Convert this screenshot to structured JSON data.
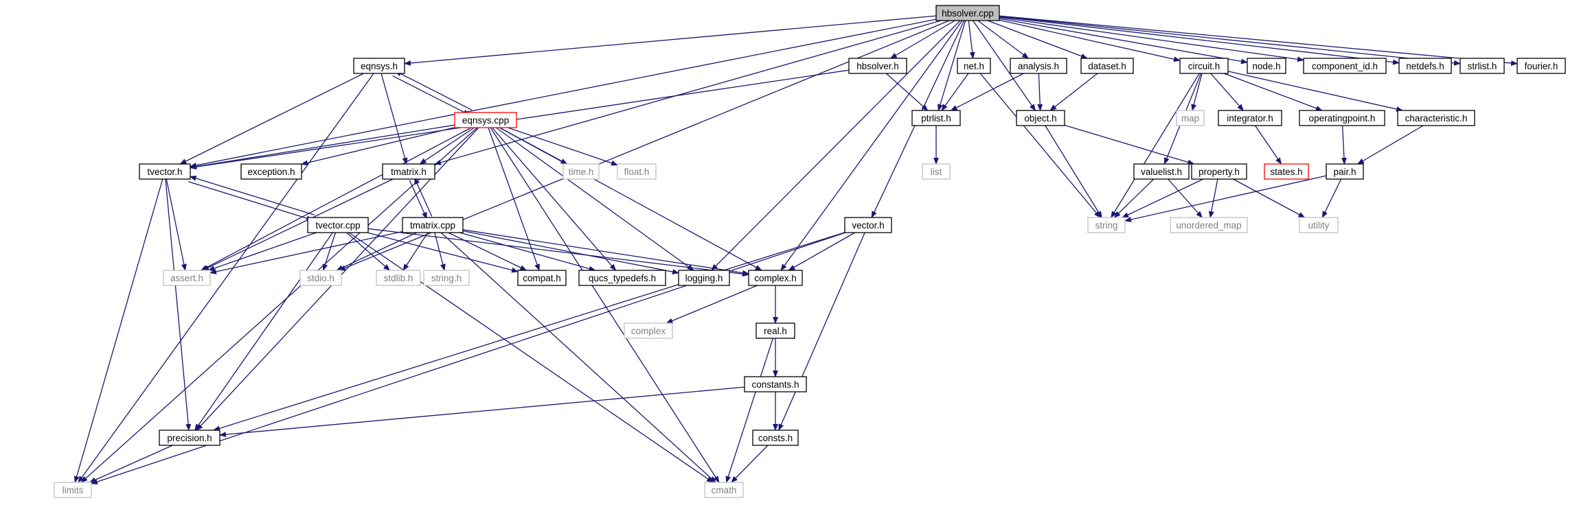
{
  "colors": {
    "edge": "#191970",
    "normal_border": "#000000",
    "normal_fill": "#ffffff",
    "root_fill": "#bfbfbf",
    "external_border": "#bfbfbf",
    "external_text": "#808080",
    "truncated_border": "#ff0000",
    "text": "#000000"
  },
  "nodes": [
    {
      "id": "hbsolver_cpp",
      "label": "hbsolver.cpp",
      "kind": "root"
    },
    {
      "id": "eqnsys_h",
      "label": "eqnsys.h",
      "kind": "normal"
    },
    {
      "id": "hbsolver_h",
      "label": "hbsolver.h",
      "kind": "normal"
    },
    {
      "id": "net_h",
      "label": "net.h",
      "kind": "normal"
    },
    {
      "id": "analysis_h",
      "label": "analysis.h",
      "kind": "normal"
    },
    {
      "id": "dataset_h",
      "label": "dataset.h",
      "kind": "normal"
    },
    {
      "id": "circuit_h",
      "label": "circuit.h",
      "kind": "normal"
    },
    {
      "id": "node_h",
      "label": "node.h",
      "kind": "normal"
    },
    {
      "id": "component_id_h",
      "label": "component_id.h",
      "kind": "normal"
    },
    {
      "id": "netdefs_h",
      "label": "netdefs.h",
      "kind": "normal"
    },
    {
      "id": "strlist_h",
      "label": "strlist.h",
      "kind": "normal"
    },
    {
      "id": "fourier_h",
      "label": "fourier.h",
      "kind": "normal"
    },
    {
      "id": "eqnsys_cpp",
      "label": "eqnsys.cpp",
      "kind": "truncated"
    },
    {
      "id": "ptrlist_h",
      "label": "ptrlist.h",
      "kind": "normal"
    },
    {
      "id": "object_h",
      "label": "object.h",
      "kind": "normal"
    },
    {
      "id": "map",
      "label": "map",
      "kind": "external"
    },
    {
      "id": "integrator_h",
      "label": "integrator.h",
      "kind": "normal"
    },
    {
      "id": "operatingpoint_h",
      "label": "operatingpoint.h",
      "kind": "normal"
    },
    {
      "id": "characteristic_h",
      "label": "characteristic.h",
      "kind": "normal"
    },
    {
      "id": "tvector_h",
      "label": "tvector.h",
      "kind": "normal"
    },
    {
      "id": "exception_h",
      "label": "exception.h",
      "kind": "normal"
    },
    {
      "id": "tmatrix_h",
      "label": "tmatrix.h",
      "kind": "normal"
    },
    {
      "id": "time_h",
      "label": "time.h",
      "kind": "external"
    },
    {
      "id": "float_h",
      "label": "float.h",
      "kind": "external"
    },
    {
      "id": "list",
      "label": "list",
      "kind": "external"
    },
    {
      "id": "property_h",
      "label": "property.h",
      "kind": "normal"
    },
    {
      "id": "states_h",
      "label": "states.h",
      "kind": "truncated"
    },
    {
      "id": "pair_h",
      "label": "pair.h",
      "kind": "normal"
    },
    {
      "id": "valuelist_h",
      "label": "valuelist.h",
      "kind": "normal"
    },
    {
      "id": "tvector_cpp",
      "label": "tvector.cpp",
      "kind": "normal"
    },
    {
      "id": "tmatrix_cpp",
      "label": "tmatrix.cpp",
      "kind": "normal"
    },
    {
      "id": "vector_h",
      "label": "vector.h",
      "kind": "normal"
    },
    {
      "id": "string",
      "label": "string",
      "kind": "external"
    },
    {
      "id": "unordered_map",
      "label": "unordered_map",
      "kind": "external"
    },
    {
      "id": "utility",
      "label": "utility",
      "kind": "external"
    },
    {
      "id": "assert_h",
      "label": "assert.h",
      "kind": "external"
    },
    {
      "id": "stdio_h",
      "label": "stdio.h",
      "kind": "external"
    },
    {
      "id": "stdlib_h",
      "label": "stdlib.h",
      "kind": "external"
    },
    {
      "id": "string_h",
      "label": "string.h",
      "kind": "external"
    },
    {
      "id": "compat_h",
      "label": "compat.h",
      "kind": "normal"
    },
    {
      "id": "qucs_typedefs_h",
      "label": "qucs_typedefs.h",
      "kind": "normal"
    },
    {
      "id": "logging_h",
      "label": "logging.h",
      "kind": "normal"
    },
    {
      "id": "complex_h",
      "label": "complex.h",
      "kind": "normal"
    },
    {
      "id": "complex",
      "label": "complex",
      "kind": "external"
    },
    {
      "id": "real_h",
      "label": "real.h",
      "kind": "normal"
    },
    {
      "id": "constants_h",
      "label": "constants.h",
      "kind": "normal"
    },
    {
      "id": "precision_h",
      "label": "precision.h",
      "kind": "normal"
    },
    {
      "id": "consts_h",
      "label": "consts.h",
      "kind": "normal"
    },
    {
      "id": "limits",
      "label": "limits",
      "kind": "external"
    },
    {
      "id": "cmath",
      "label": "cmath",
      "kind": "external"
    }
  ],
  "edges": [
    [
      "hbsolver_cpp",
      "eqnsys_h"
    ],
    [
      "hbsolver_cpp",
      "hbsolver_h"
    ],
    [
      "hbsolver_cpp",
      "net_h"
    ],
    [
      "hbsolver_cpp",
      "analysis_h"
    ],
    [
      "hbsolver_cpp",
      "dataset_h"
    ],
    [
      "hbsolver_cpp",
      "circuit_h"
    ],
    [
      "hbsolver_cpp",
      "node_h"
    ],
    [
      "hbsolver_cpp",
      "component_id_h"
    ],
    [
      "hbsolver_cpp",
      "netdefs_h"
    ],
    [
      "hbsolver_cpp",
      "strlist_h"
    ],
    [
      "hbsolver_cpp",
      "fourier_h"
    ],
    [
      "hbsolver_cpp",
      "tvector_h"
    ],
    [
      "hbsolver_cpp",
      "tmatrix_h"
    ],
    [
      "hbsolver_cpp",
      "stdio_h"
    ],
    [
      "hbsolver_cpp",
      "logging_h"
    ],
    [
      "hbsolver_cpp",
      "complex_h"
    ],
    [
      "hbsolver_cpp",
      "vector_h"
    ],
    [
      "hbsolver_cpp",
      "ptrlist_h"
    ],
    [
      "hbsolver_cpp",
      "object_h"
    ],
    [
      "eqnsys_h",
      "eqnsys_cpp"
    ],
    [
      "eqnsys_cpp",
      "eqnsys_h"
    ],
    [
      "eqnsys_h",
      "tvector_h"
    ],
    [
      "eqnsys_h",
      "tmatrix_h"
    ],
    [
      "eqnsys_h",
      "limits"
    ],
    [
      "hbsolver_h",
      "ptrlist_h"
    ],
    [
      "hbsolver_h",
      "tvector_h"
    ],
    [
      "net_h",
      "ptrlist_h"
    ],
    [
      "net_h",
      "string"
    ],
    [
      "analysis_h",
      "ptrlist_h"
    ],
    [
      "analysis_h",
      "object_h"
    ],
    [
      "dataset_h",
      "object_h"
    ],
    [
      "ptrlist_h",
      "list"
    ],
    [
      "object_h",
      "property_h"
    ],
    [
      "object_h",
      "string"
    ],
    [
      "circuit_h",
      "map"
    ],
    [
      "circuit_h",
      "integrator_h"
    ],
    [
      "circuit_h",
      "operatingpoint_h"
    ],
    [
      "circuit_h",
      "characteristic_h"
    ],
    [
      "circuit_h",
      "valuelist_h"
    ],
    [
      "circuit_h",
      "string"
    ],
    [
      "integrator_h",
      "states_h"
    ],
    [
      "operatingpoint_h",
      "pair_h"
    ],
    [
      "characteristic_h",
      "pair_h"
    ],
    [
      "pair_h",
      "string"
    ],
    [
      "pair_h",
      "utility"
    ],
    [
      "property_h",
      "string"
    ],
    [
      "property_h",
      "unordered_map"
    ],
    [
      "property_h",
      "utility"
    ],
    [
      "valuelist_h",
      "string"
    ],
    [
      "valuelist_h",
      "unordered_map"
    ],
    [
      "eqnsys_cpp",
      "tvector_h"
    ],
    [
      "eqnsys_cpp",
      "exception_h"
    ],
    [
      "eqnsys_cpp",
      "tmatrix_h"
    ],
    [
      "eqnsys_cpp",
      "time_h"
    ],
    [
      "eqnsys_cpp",
      "float_h"
    ],
    [
      "eqnsys_cpp",
      "assert_h"
    ],
    [
      "eqnsys_cpp",
      "compat_h"
    ],
    [
      "eqnsys_cpp",
      "qucs_typedefs_h"
    ],
    [
      "eqnsys_cpp",
      "logging_h"
    ],
    [
      "eqnsys_cpp",
      "complex_h"
    ],
    [
      "eqnsys_cpp",
      "precision_h"
    ],
    [
      "eqnsys_cpp",
      "limits"
    ],
    [
      "eqnsys_cpp",
      "cmath"
    ],
    [
      "tvector_h",
      "tvector_cpp"
    ],
    [
      "tvector_cpp",
      "tvector_h"
    ],
    [
      "tvector_h",
      "assert_h"
    ],
    [
      "tvector_h",
      "precision_h"
    ],
    [
      "tvector_h",
      "limits"
    ],
    [
      "tmatrix_h",
      "tmatrix_cpp"
    ],
    [
      "tmatrix_cpp",
      "tmatrix_h"
    ],
    [
      "tmatrix_h",
      "assert_h"
    ],
    [
      "tvector_cpp",
      "assert_h"
    ],
    [
      "tvector_cpp",
      "stdio_h"
    ],
    [
      "tvector_cpp",
      "stdlib_h"
    ],
    [
      "tvector_cpp",
      "compat_h"
    ],
    [
      "tvector_cpp",
      "complex_h"
    ],
    [
      "tvector_cpp",
      "precision_h"
    ],
    [
      "tvector_cpp",
      "cmath"
    ],
    [
      "tmatrix_cpp",
      "assert_h"
    ],
    [
      "tmatrix_cpp",
      "stdio_h"
    ],
    [
      "tmatrix_cpp",
      "stdlib_h"
    ],
    [
      "tmatrix_cpp",
      "string_h"
    ],
    [
      "tmatrix_cpp",
      "compat_h"
    ],
    [
      "tmatrix_cpp",
      "qucs_typedefs_h"
    ],
    [
      "tmatrix_cpp",
      "logging_h"
    ],
    [
      "tmatrix_cpp",
      "complex_h"
    ],
    [
      "tmatrix_cpp",
      "cmath"
    ],
    [
      "vector_h",
      "complex_h"
    ],
    [
      "vector_h",
      "precision_h"
    ],
    [
      "vector_h",
      "consts_h"
    ],
    [
      "vector_h",
      "limits"
    ],
    [
      "complex_h",
      "complex"
    ],
    [
      "complex_h",
      "real_h"
    ],
    [
      "real_h",
      "constants_h"
    ],
    [
      "real_h",
      "cmath"
    ],
    [
      "constants_h",
      "consts_h"
    ],
    [
      "constants_h",
      "precision_h"
    ],
    [
      "consts_h",
      "cmath"
    ],
    [
      "precision_h",
      "limits"
    ]
  ]
}
